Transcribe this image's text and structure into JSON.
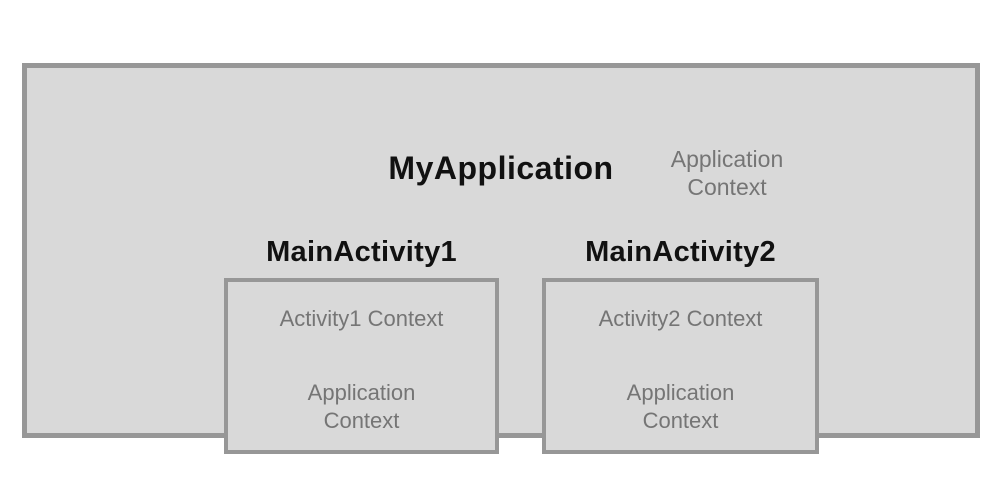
{
  "application": {
    "title": "MyApplication",
    "context_label": "Application\nContext"
  },
  "activities": [
    {
      "title": "MainActivity1",
      "activity_context": "Activity1 Context",
      "application_context": "Application\nContext"
    },
    {
      "title": "MainActivity2",
      "activity_context": "Activity2 Context",
      "application_context": "Application\nContext"
    }
  ],
  "colors": {
    "page_background": "#ffffff",
    "box_fill": "#d9d9d9",
    "box_border": "#979797",
    "title_text": "#111111",
    "context_text": "#757575"
  }
}
